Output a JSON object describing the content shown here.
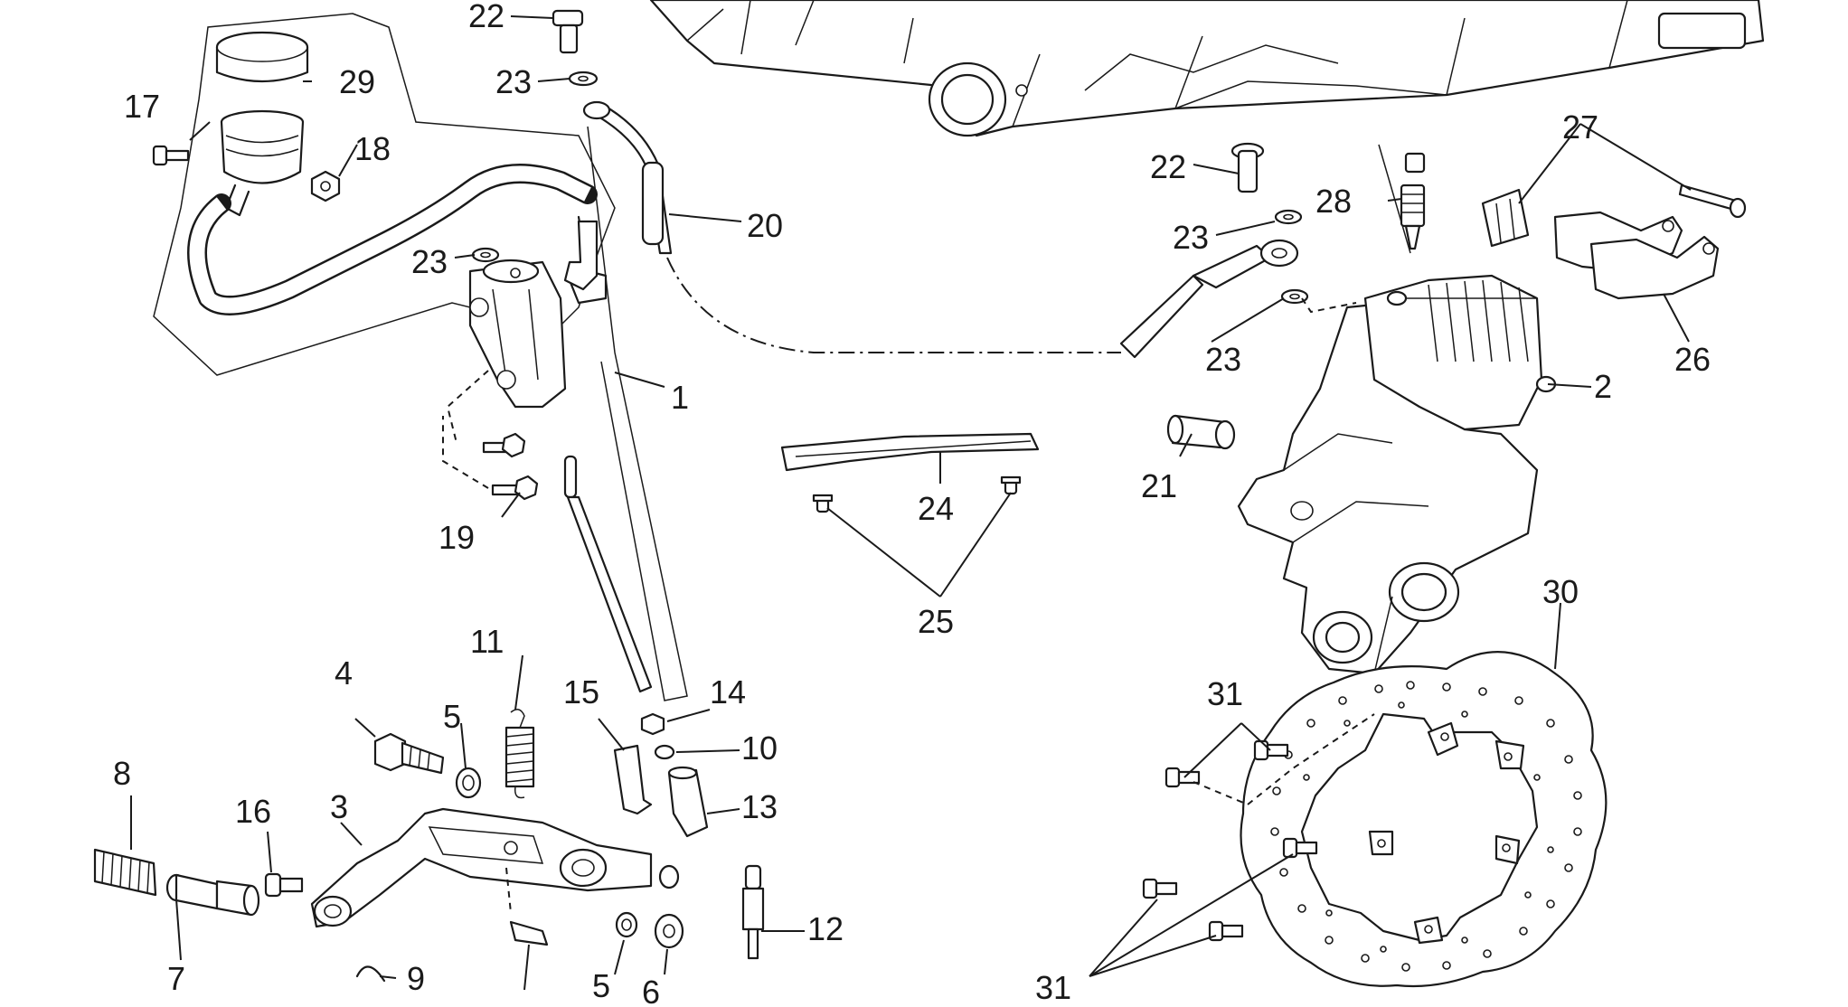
{
  "callouts": {
    "c1": "1",
    "c2": "2",
    "c3": "3",
    "c4": "4",
    "c5a": "5",
    "c5b": "5",
    "c6": "6",
    "c7": "7",
    "c8": "8",
    "c9": "9",
    "c10": "10",
    "c11": "11",
    "c12": "12",
    "c13": "13",
    "c14": "14",
    "c15": "15",
    "c16": "16",
    "c17": "17",
    "c18": "18",
    "c19": "19",
    "c20": "20",
    "c21": "21",
    "c22a": "22",
    "c22b": "22",
    "c23a": "23",
    "c23b": "23",
    "c23c": "23",
    "c23d": "23",
    "c24": "24",
    "c25": "25",
    "c26": "26",
    "c27": "27",
    "c28": "28",
    "c29": "29",
    "c30": "30",
    "c31a": "31",
    "c31b": "31"
  }
}
